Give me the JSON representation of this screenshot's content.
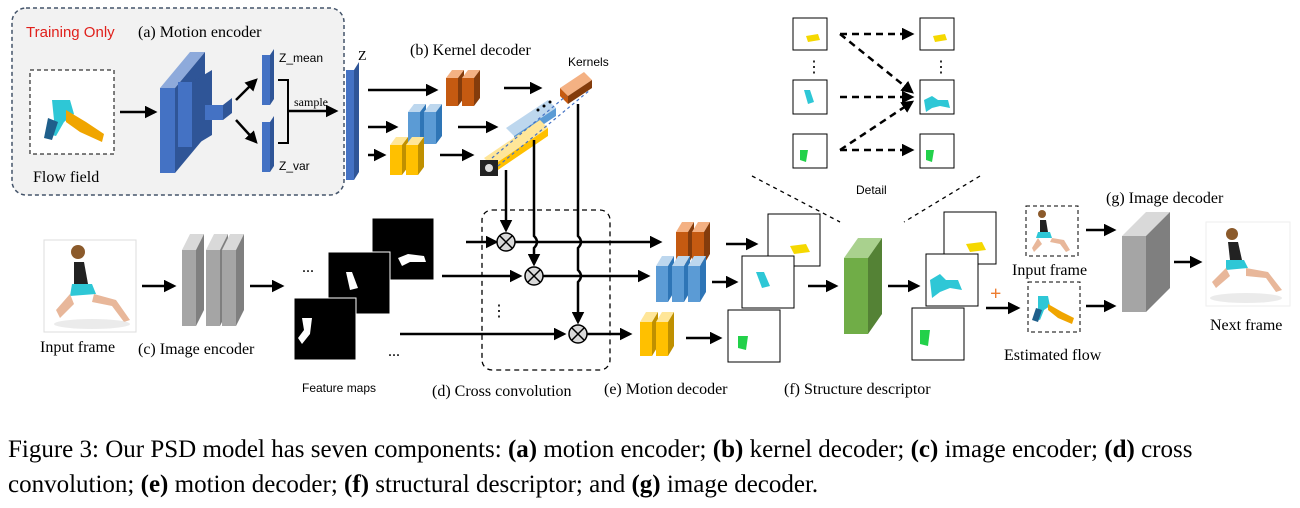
{
  "labels": {
    "training_only": "Training Only",
    "motion_encoder": "(a) Motion encoder",
    "flow_field": "Flow field",
    "z_mean": "Z_mean",
    "z_var": "Z_var",
    "sample": "sample",
    "z": "Z",
    "kernel_decoder": "(b) Kernel decoder",
    "kernels": "Kernels",
    "detail": "Detail",
    "input_frame_left": "Input frame",
    "image_encoder": "(c) Image encoder",
    "feature_maps": "Feature maps",
    "cross_convolution": "(d) Cross convolution",
    "motion_decoder": "(e) Motion decoder",
    "structure_descriptor": "(f) Structure descriptor",
    "image_decoder": "(g) Image decoder",
    "input_frame_right": "Input frame",
    "estimated_flow": "Estimated flow",
    "next_frame": "Next frame",
    "ellipsis": "..."
  },
  "caption": {
    "prefix": "Figure 3: Our PSD model has seven components: ",
    "a_tag": "(a)",
    "a_text": " motion encoder; ",
    "b_tag": "(b)",
    "b_text": " kernel decoder; ",
    "c_tag": "(c)",
    "c_text": " image encoder; ",
    "d_tag": "(d)",
    "d_text": " cross convolution; ",
    "e_tag": "(e)",
    "e_text": " motion decoder; ",
    "f_tag": "(f)",
    "f_text": " structural descriptor; and ",
    "g_tag": "(g)",
    "g_text": " image decoder."
  },
  "colors": {
    "red_text": "#e0201b",
    "blue_block": "#4472c4",
    "gray_block": "#9a9a9a",
    "orange_block": "#c55a11",
    "light_blue_block": "#5b9bd5",
    "yellow_block": "#ffc000",
    "green_block": "#70ad47",
    "mask_yellow": "#f5d800",
    "mask_cyan": "#2ec7d6",
    "mask_green": "#22d14a",
    "plus_orange": "#ed7d31"
  }
}
